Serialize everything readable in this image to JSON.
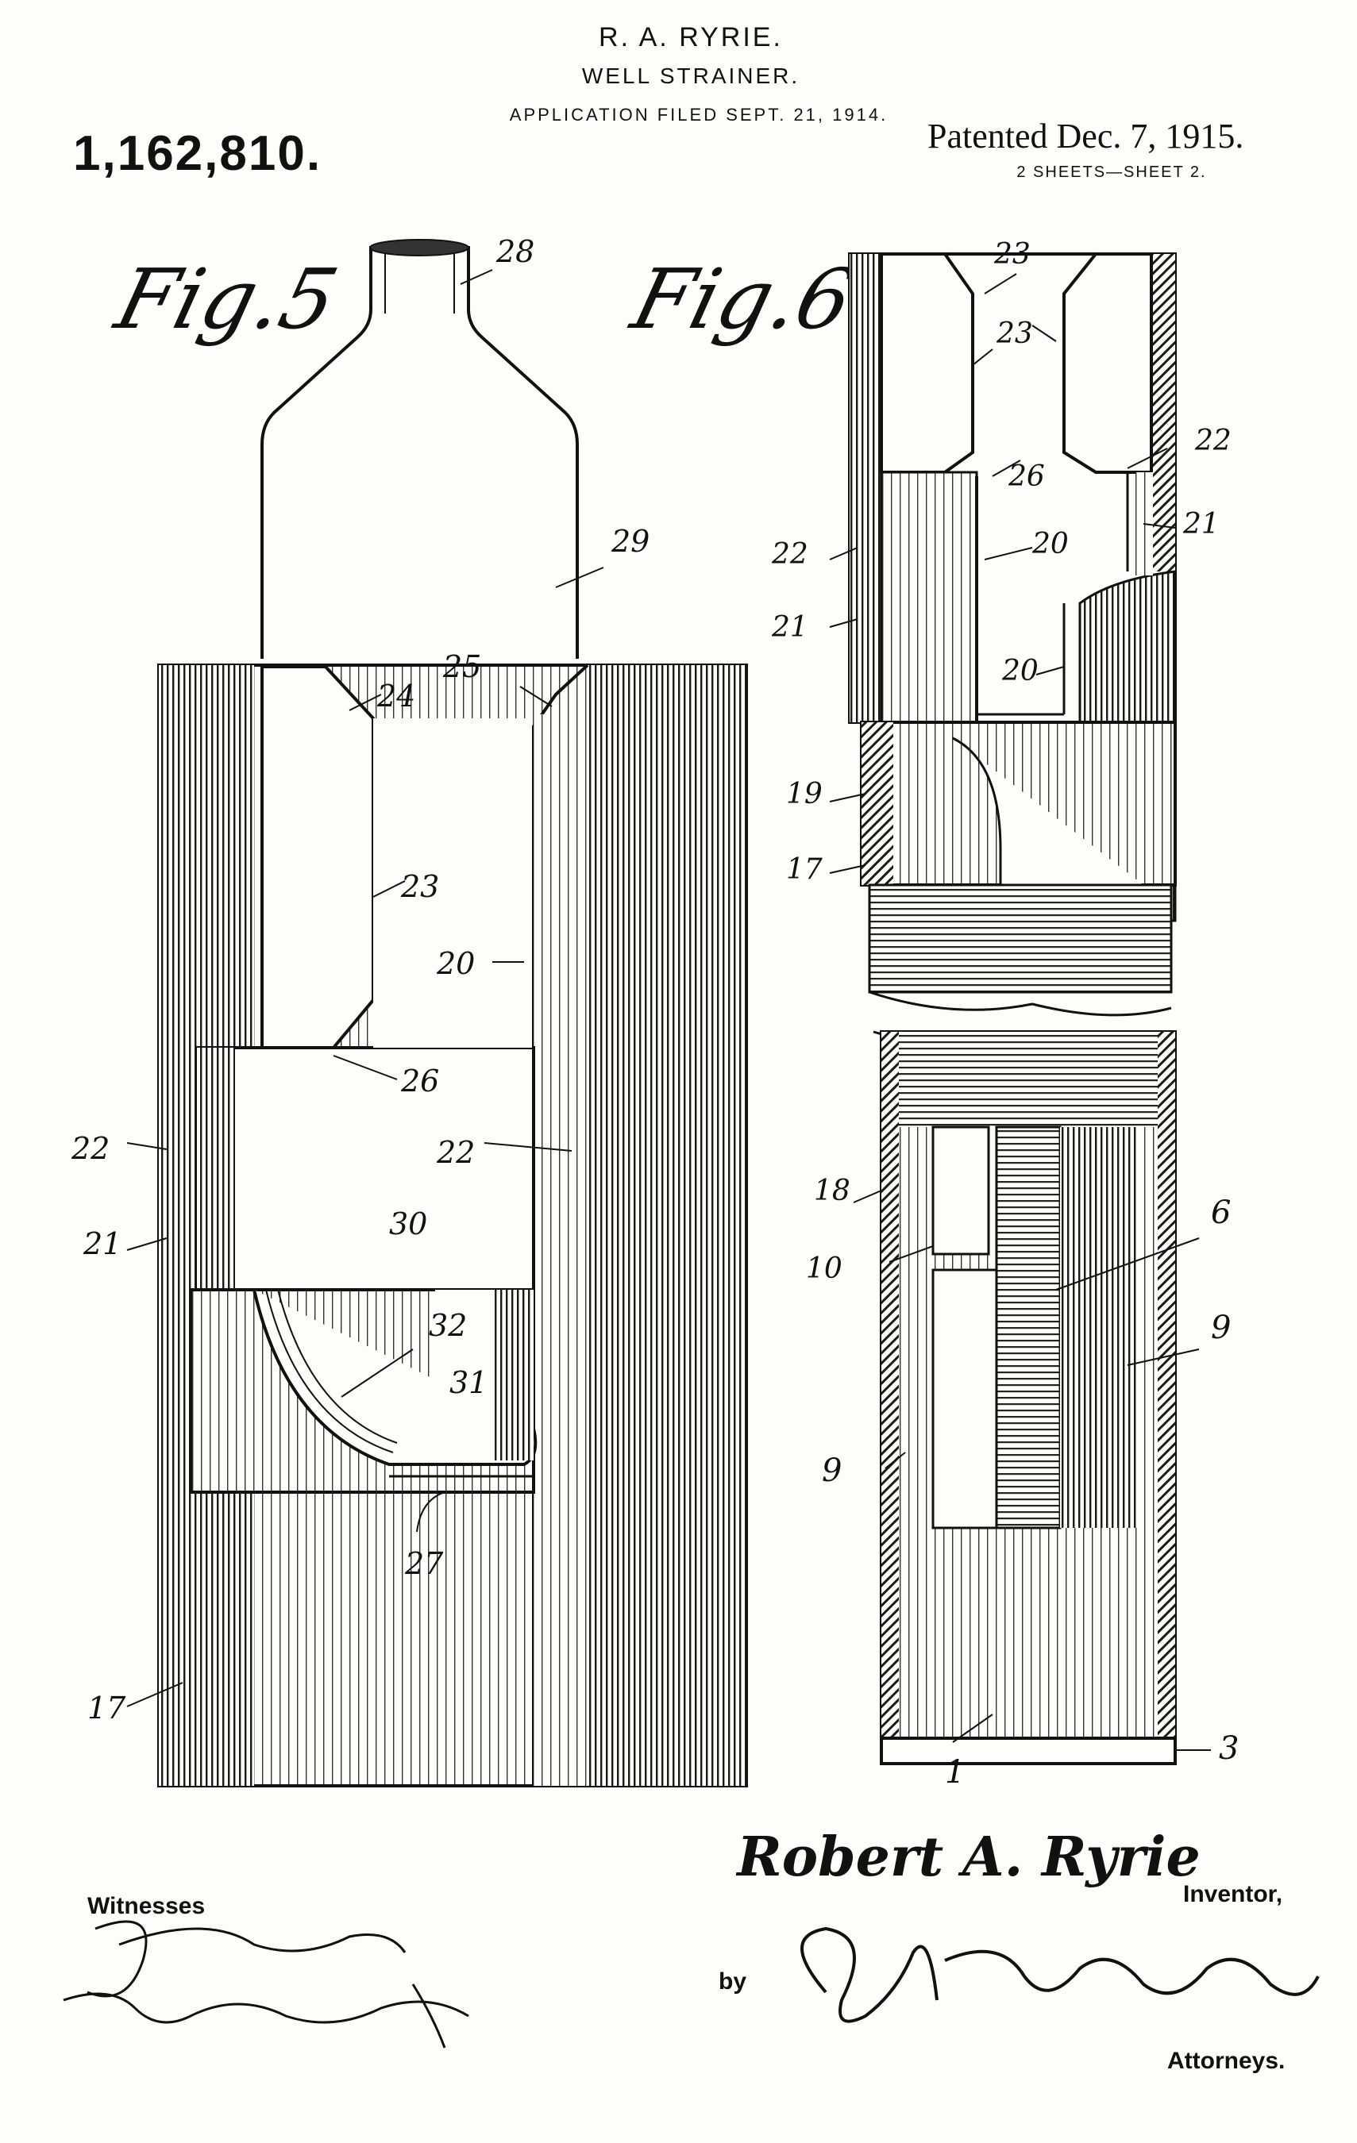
{
  "header": {
    "inventor": "R. A. RYRIE.",
    "title": "WELL STRAINER.",
    "application": "APPLICATION FILED SEPT. 21, 1914.",
    "patent_number": "1,162,810.",
    "patented": "Patented Dec. 7, 1915.",
    "sheets": "2 SHEETS—SHEET 2."
  },
  "figures": {
    "fig5": {
      "title": "Fig.5",
      "refs": [
        "28",
        "29",
        "25",
        "24",
        "23",
        "20",
        "26",
        "22",
        "22",
        "21",
        "30",
        "32",
        "31",
        "27",
        "17"
      ]
    },
    "fig6": {
      "title": "Fig.6.",
      "refs": [
        "23",
        "23",
        "22",
        "26",
        "20",
        "21",
        "22",
        "21",
        "20",
        "19",
        "17",
        "18",
        "10",
        "6",
        "9",
        "9",
        "3",
        "1"
      ]
    }
  },
  "signatures": {
    "inventor_name": "Robert A. Ryrie",
    "inventor_label": "Inventor,",
    "witnesses_label": "Witnesses",
    "by_label": "by",
    "attorneys_label": "Attorneys."
  },
  "colors": {
    "ink": "#111111",
    "paper": "#fdfdfb"
  }
}
